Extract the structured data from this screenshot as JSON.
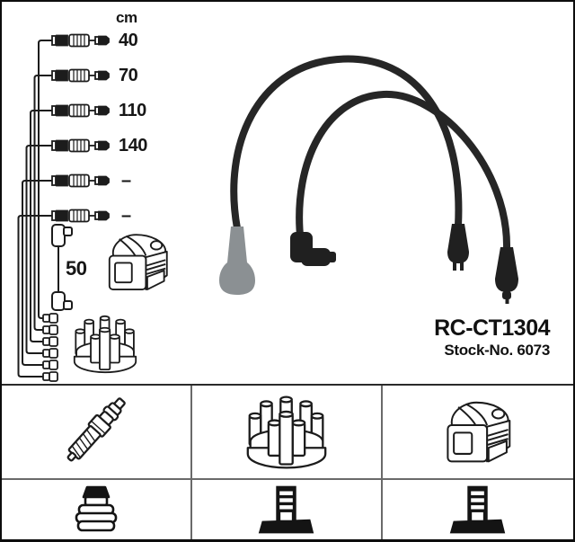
{
  "product": {
    "code": "RC-CT1304",
    "stock_no": "Stock-No. 6073"
  },
  "length_table": {
    "unit": "cm",
    "lengths": [
      "40",
      "70",
      "110",
      "140",
      "–",
      "–"
    ],
    "coil_lead_length": "50"
  },
  "icons": {
    "legend_row1": [
      "spark-plug",
      "distributor-cap",
      "ignition-coil"
    ],
    "legend_row2": [
      "plug-terminal",
      "stud-terminal",
      "stud-terminal"
    ]
  },
  "colors": {
    "line": "#1c1c1c",
    "photo_wire": "#262626",
    "boot_gray": "#8b9093",
    "grid_line": "#6a6a6a",
    "background": "#ffffff"
  }
}
